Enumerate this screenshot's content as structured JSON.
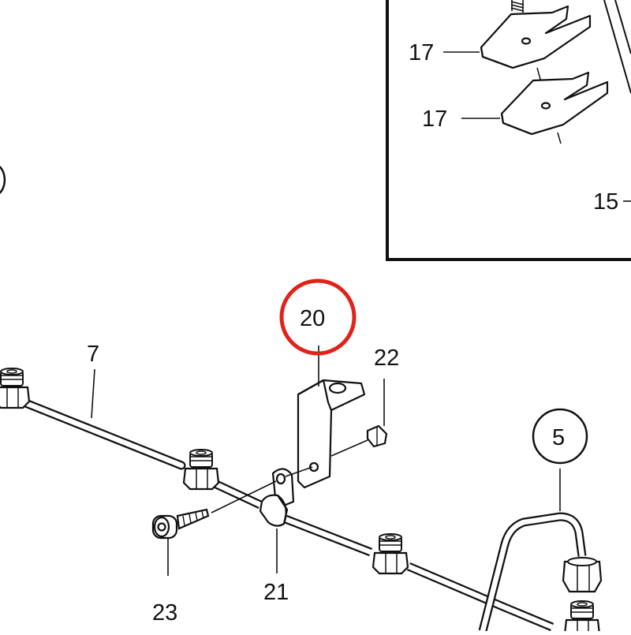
{
  "labels": {
    "inset_17_top": "17",
    "inset_17_bottom": "17",
    "inset_15": "15",
    "part_20": "20",
    "part_7": "7",
    "part_22": "22",
    "part_5": "5",
    "part_23": "23",
    "part_21": "21"
  },
  "colors": {
    "line": "#111111",
    "highlight_circle": "#e0231a",
    "part_fill": "#ffffff"
  }
}
